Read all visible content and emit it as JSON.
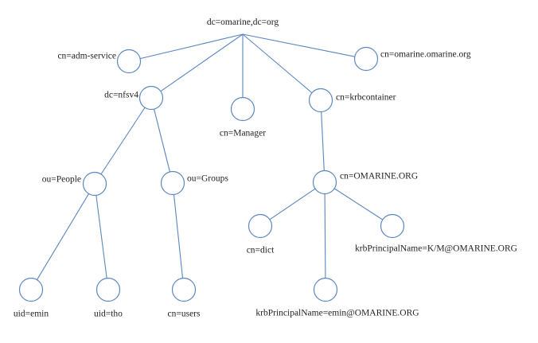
{
  "diagram": {
    "title": "LDAP directory tree",
    "colors": {
      "edge": "#5b86c2",
      "node_stroke": "#5b86c2",
      "text": "#222222",
      "background": "#ffffff"
    },
    "root": {
      "id": "root",
      "label": "dc=omarine,dc=org"
    },
    "nodes": [
      {
        "id": "adm",
        "label": "cn=adm-service",
        "parent": "root"
      },
      {
        "id": "omo",
        "label": "cn=omarine.omarine.org",
        "parent": "root"
      },
      {
        "id": "nfsv4",
        "label": "dc=nfsv4",
        "parent": "root"
      },
      {
        "id": "manager",
        "label": "cn=Manager",
        "parent": "root"
      },
      {
        "id": "krb",
        "label": "cn=krbcontainer",
        "parent": "root"
      },
      {
        "id": "people",
        "label": "ou=People",
        "parent": "nfsv4"
      },
      {
        "id": "groups",
        "label": "ou=Groups",
        "parent": "nfsv4"
      },
      {
        "id": "realm",
        "label": "cn=OMARINE.ORG",
        "parent": "krb"
      },
      {
        "id": "emin",
        "label": "uid=emin",
        "parent": "people"
      },
      {
        "id": "tho",
        "label": "uid=tho",
        "parent": "people"
      },
      {
        "id": "users",
        "label": "cn=users",
        "parent": "groups"
      },
      {
        "id": "dict",
        "label": "cn=dict",
        "parent": "realm"
      },
      {
        "id": "km",
        "label": "krbPrincipalName=K/M@OMARINE.ORG",
        "parent": "realm"
      },
      {
        "id": "eminp",
        "label": "krbPrincipalName=emin@OMARINE.ORG",
        "parent": "realm"
      }
    ]
  }
}
